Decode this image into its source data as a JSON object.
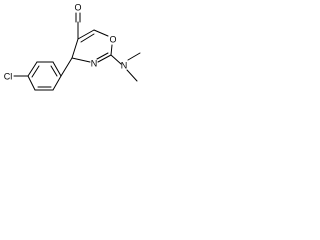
{
  "molecule": {
    "atom_labels": {
      "aldehyde_oxygen": "O",
      "ring_oxygen": "O",
      "ring_nitrogen": "N",
      "amine_nitrogen": "N",
      "chlorine": "Cl"
    }
  },
  "colors": {
    "bond": "#000000",
    "label": "#000000",
    "background": "#ffffff"
  }
}
